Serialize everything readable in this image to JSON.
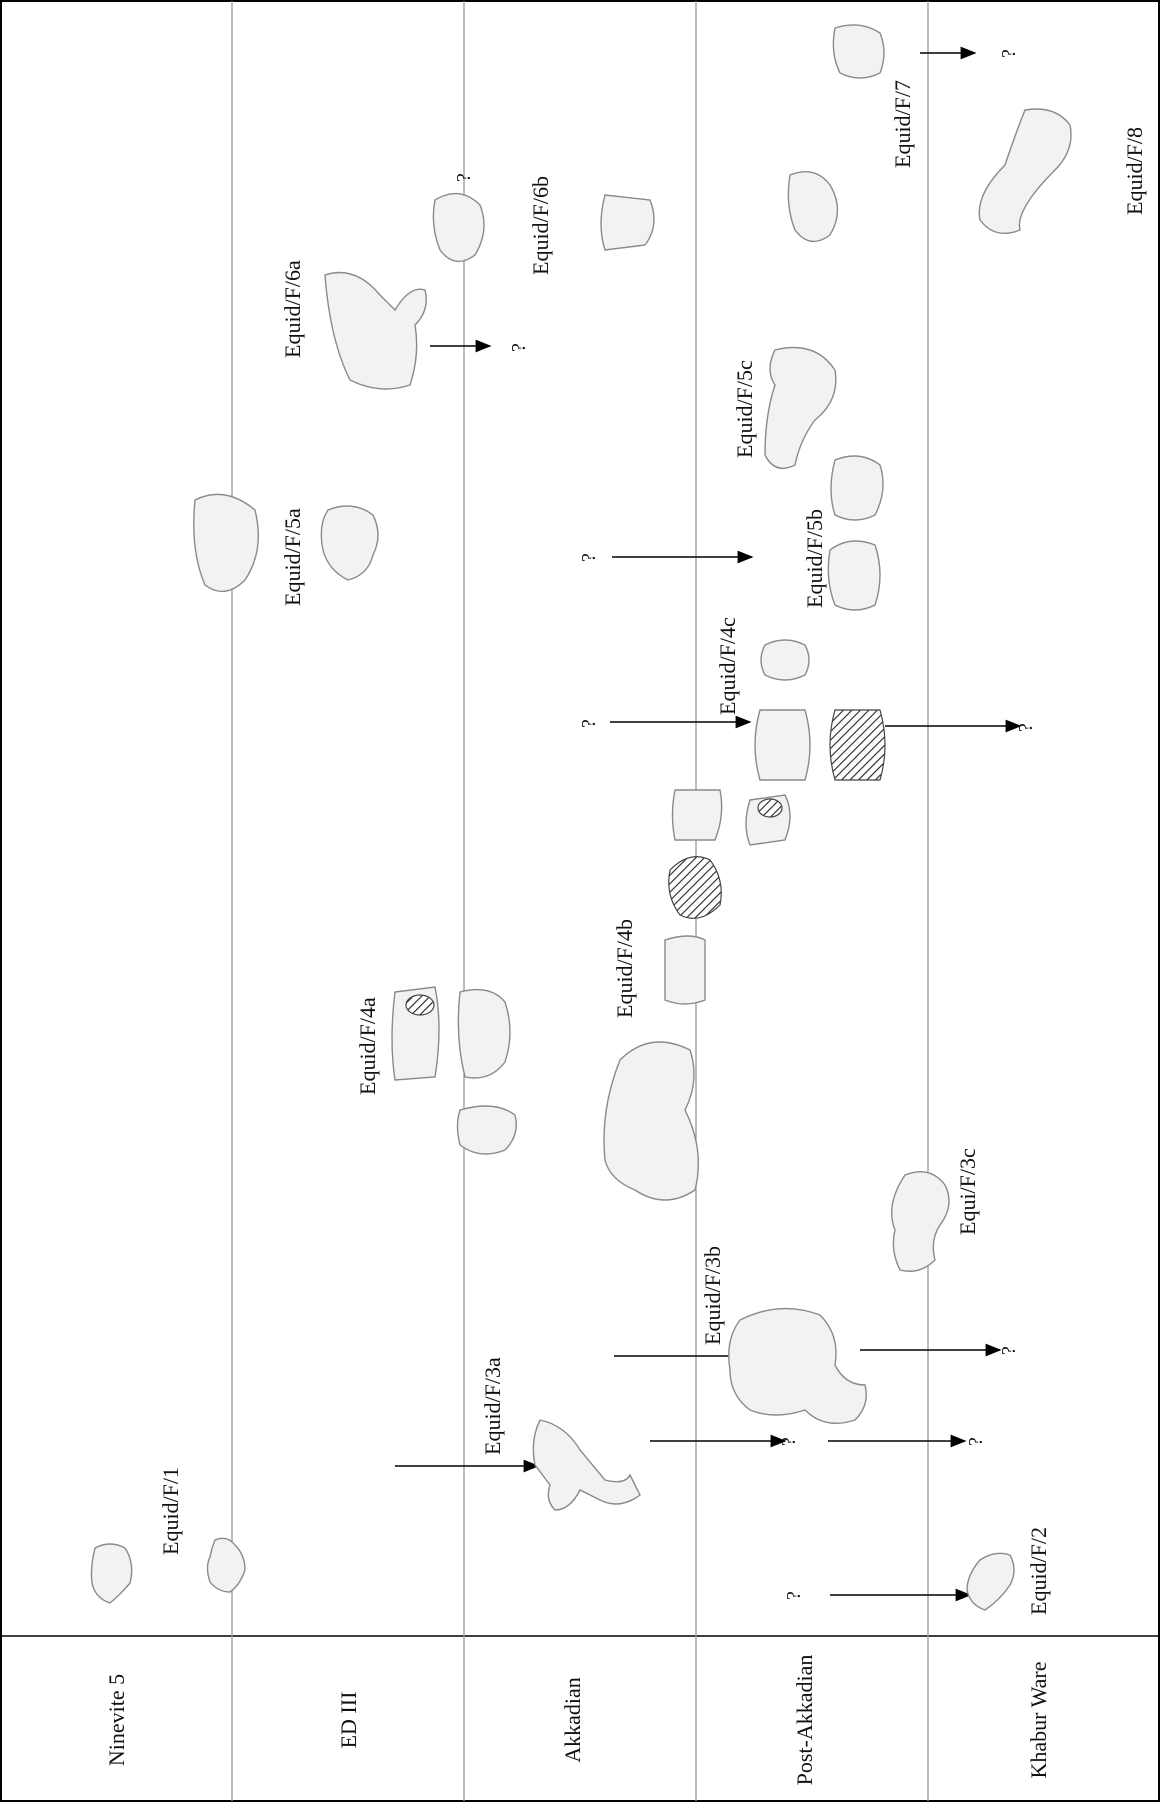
{
  "periods": [
    "Ninevite 5",
    "ED III",
    "Akkadian",
    "Post-Akkadian",
    "Khabur Ware"
  ],
  "types": {
    "f1": "Equid/F/1",
    "f2": "Equid/F/2",
    "f3a": "Equid/F/3a",
    "f3b": "Equid/F/3b",
    "f3c": "Equi/F/3c",
    "f4a": "Equid/F/4a",
    "f4b": "Equid/F/4b",
    "f4c": "Equid/F/4c",
    "f5a": "Equid/F/5a",
    "f5b": "Equid/F/5b",
    "f5c": "Equid/F/5c",
    "f6a": "Equid/F/6a",
    "f6b": "Equid/F/6b",
    "f7": "Equid/F/7",
    "f8": "Equid/F/8"
  },
  "unknown": "?"
}
